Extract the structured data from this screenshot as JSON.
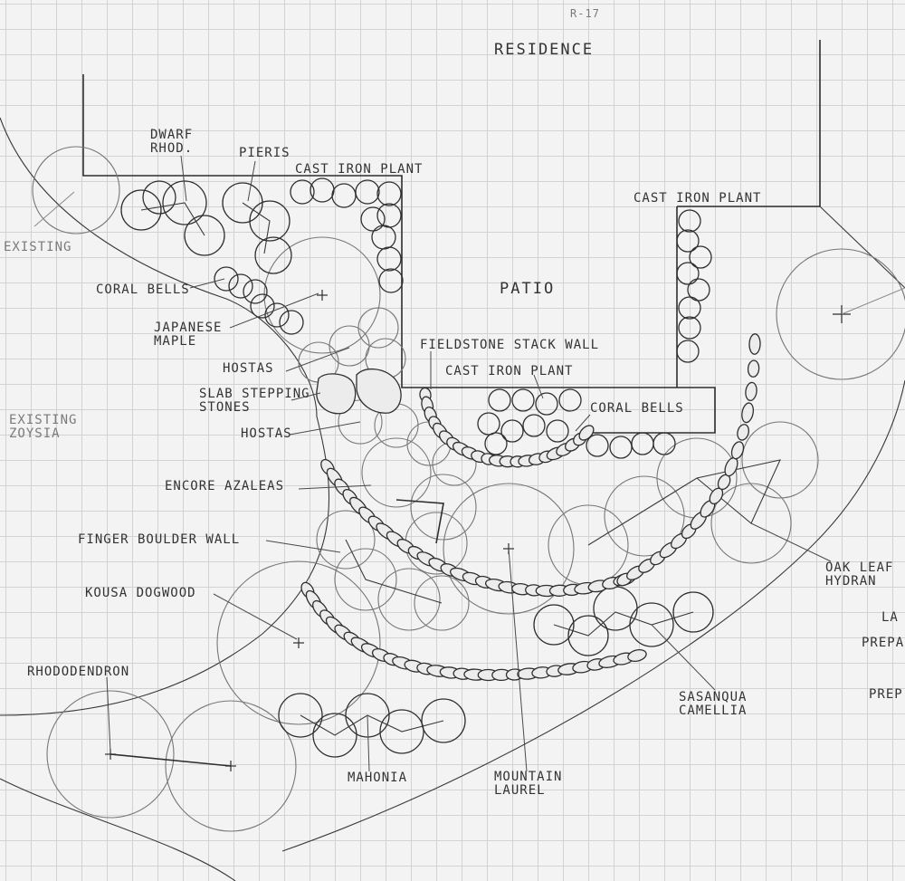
{
  "sheet": {
    "corner_mark": "R-17",
    "structures": {
      "residence": "Residence",
      "patio": "Patio"
    },
    "labels": {
      "dwarf_rhod": "Dwarf\nRhod.",
      "pieris": "Pieris",
      "cast_iron_plant_top": "Cast Iron Plant",
      "cast_iron_plant_right": "Cast Iron Plant",
      "cast_iron_plant_mid": "Cast Iron Plant",
      "existing_top": "Existing",
      "coral_bells_left": "Coral Bells",
      "japanese_maple": "Japanese\nMaple",
      "hostas_upper": "Hostas",
      "fieldstone_stack_wall": "Fieldstone Stack Wall",
      "slab_stepping_stones": "Slab Stepping\nStones",
      "coral_bells_right": "Coral Bells",
      "existing_zoysia": "Existing\nZoysia",
      "hostas_lower": "Hostas",
      "encore_azaleas": "Encore Azaleas",
      "finger_boulder_wall": "Finger Boulder Wall",
      "oak_leaf_hydrangea": "Oak Leaf\nHydran",
      "kousa_dogwood": "Kousa Dogwood",
      "rhododendron": "Rhododendron",
      "sasanqua_camellia": "Sasanqua\nCamellia",
      "mahonia": "Mahonia",
      "mountain_laurel": "Mountain\nLaurel",
      "cut_la": "La",
      "cut_prepa": "Prepa",
      "cut_prep": "Prep"
    }
  }
}
